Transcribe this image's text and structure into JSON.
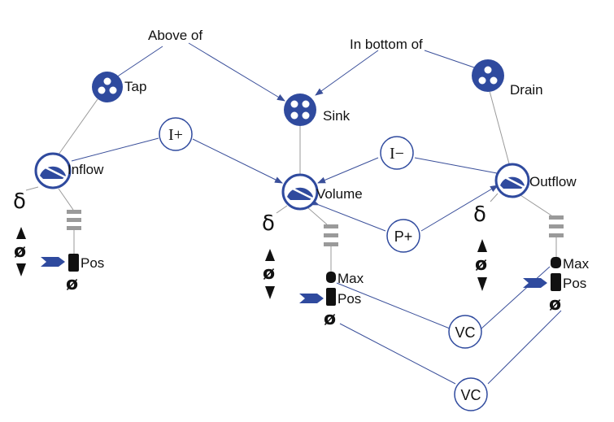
{
  "colors": {
    "accent": "#2f4a9e",
    "edge": "#3a4f9a",
    "thin_edge": "#9a9a9a",
    "quantity_space": "#9a9a9a",
    "value_marker": "#111111"
  },
  "relations": {
    "above_of": "Above of",
    "in_bottom_of": "In bottom of"
  },
  "entities": {
    "tap": {
      "label": "Tap",
      "icon": "entity-icon"
    },
    "sink": {
      "label": "Sink",
      "icon": "entity-icon"
    },
    "drain": {
      "label": "Drain",
      "icon": "entity-icon"
    }
  },
  "quantities": {
    "inflow": {
      "label": "Inflow",
      "icon": "quantity-gauge-icon",
      "derivative": "δ",
      "zero": "ø",
      "value_label": "Pos",
      "zero_label": "ø"
    },
    "volume": {
      "label": "Volume",
      "icon": "quantity-gauge-icon",
      "derivative": "δ",
      "zero": "ø",
      "max_label": "Max",
      "value_label": "Pos",
      "zero_label": "ø"
    },
    "outflow": {
      "label": "Outflow",
      "icon": "quantity-gauge-icon",
      "derivative": "δ",
      "zero": "ø",
      "max_label": "Max",
      "value_label": "Pos",
      "zero_label": "ø"
    }
  },
  "operators": {
    "i_plus": "I+",
    "i_minus": "I−",
    "p_plus": "P+",
    "vc_1": "VC",
    "vc_2": "VC"
  }
}
